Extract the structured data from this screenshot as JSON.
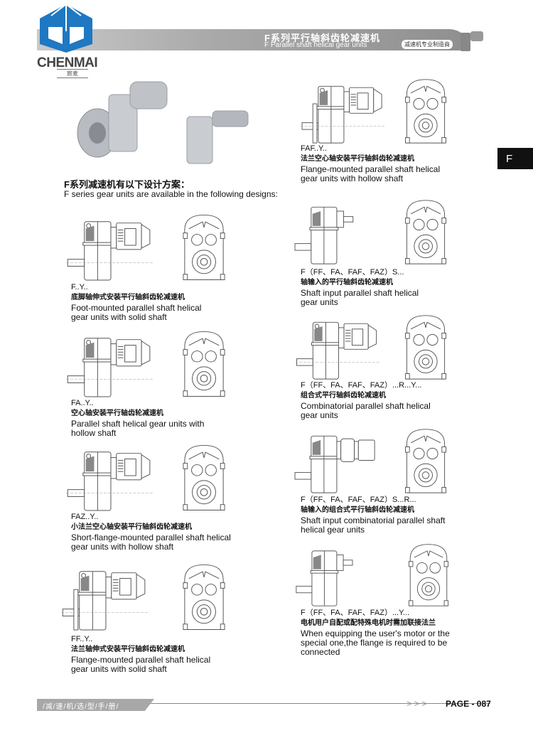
{
  "header": {
    "brand": "CHENMAI",
    "brand_sub": "宸麦",
    "title_cn": "F系列平行轴斜齿轮减速机",
    "title_en": "F Parallel shaft helical gear units",
    "tagline": "减速机专业制造商"
  },
  "section_tab": "F",
  "intro": {
    "cn": "F系列减速机有以下设计方案：",
    "en": "F series gear units are available in the following designs:"
  },
  "left_items": [
    {
      "code": "F..Y..",
      "cn": "底脚轴伸式安装平行轴斜齿轮减速机",
      "en1": "Foot-mounted parallel shaft helical",
      "en2": "gear units with solid shaft"
    },
    {
      "code": "FA..Y..",
      "cn": "空心轴安装平行轴齿轮减速机",
      "en1": "Parallel shaft helical gear units with",
      "en2": "hollow shaft"
    },
    {
      "code": "FAZ..Y..",
      "cn": "小法兰空心轴安装平行轴斜齿轮减速机",
      "en1": "Short-flange-mounted parallel shaft helical",
      "en2": "gear units with hollow shaft"
    },
    {
      "code": "FF..Y..",
      "cn": "法兰轴伸式安装平行轴斜齿轮减速机",
      "en1": "Flange-mounted parallel shaft helical",
      "en2": "gear units with solid shaft"
    }
  ],
  "right_items": [
    {
      "code": "FAF..Y..",
      "cn": "法兰空心轴安装平行轴斜齿轮减速机",
      "en1": "Flange-mounted parallel shaft helical",
      "en2": "gear units with hollow shaft"
    },
    {
      "code": "F（FF、FA、FAF、FAZ）S...",
      "cn": "轴输入的平行轴斜齿轮减速机",
      "en1": "Shaft input parallel shaft helical",
      "en2": "gear units"
    },
    {
      "code": "F（FF、FA、FAF、FAZ）...R...Y...",
      "cn": "组合式平行轴斜齿轮减速机",
      "en1": "Combinatorial parallel shaft helical",
      "en2": "gear units"
    },
    {
      "code": "F（FF、FA、FAF、FAZ）S...R...",
      "cn": "轴输入的组合式平行轴斜齿轮减速机",
      "en1": "Shaft input combinatorial parallel shaft",
      "en2": "helical gear units"
    },
    {
      "code": "F（FF、FA、FAF、FAZ）...Y...",
      "cn": "电机用户自配或配特殊电机时需加联接法兰",
      "en1": "When equipping the user's motor or the",
      "en2": "special one,the flange is required to be",
      "en3": "connected"
    }
  ],
  "footer": {
    "manual": "/减/速/机/选/型/手/册/",
    "arrows": ">>>",
    "page": "PAGE - 087"
  }
}
